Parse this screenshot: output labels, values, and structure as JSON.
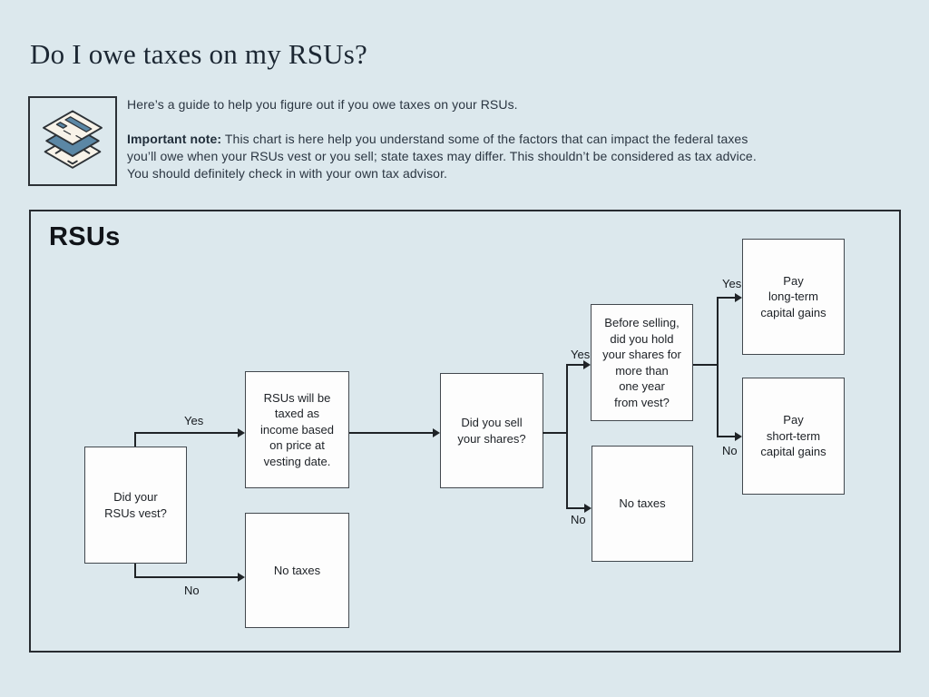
{
  "page": {
    "title": "Do I owe taxes on my RSUs?",
    "intro": "Here’s a guide to help you figure out if you owe taxes on your RSUs.",
    "note_label": "Important note:",
    "note_text": "This chart is here help you understand some of the factors that can impact the federal taxes\nyou’ll owe when your RSUs vest or you sell; state taxes may differ. This shouldn’t be considered as tax advice.\nYou should definitely check in with your own tax advisor."
  },
  "icon": {
    "name": "stacked-documents-icon",
    "colors": {
      "paper": "#f8f3e9",
      "accent": "#5b87a5",
      "outline": "#2d3237"
    }
  },
  "colors": {
    "background": "#dce8ed",
    "box_fill": "#fdfdfd",
    "box_border": "#42484e",
    "connector": "#1f2327",
    "frame_border": "#282c31"
  },
  "chart": {
    "heading": "RSUs",
    "labels": {
      "yes": "Yes",
      "no": "No"
    },
    "nodes": [
      {
        "id": "q-vest",
        "text": "Did your\nRSUs vest?"
      },
      {
        "id": "taxed-as-income",
        "text": "RSUs will be\ntaxed as\nincome based\non price at\nvesting date."
      },
      {
        "id": "no-taxes-1",
        "text": "No taxes"
      },
      {
        "id": "q-sell",
        "text": "Did you sell\nyour shares?"
      },
      {
        "id": "q-hold-year",
        "text": "Before selling,\ndid you hold\nyour shares for\nmore than\none year\nfrom vest?"
      },
      {
        "id": "no-taxes-2",
        "text": "No taxes"
      },
      {
        "id": "pay-long-term",
        "text": "Pay\nlong-term\ncapital gains"
      },
      {
        "id": "pay-short-term",
        "text": "Pay\nshort-term\ncapital gains"
      }
    ],
    "edges": [
      {
        "from": "q-vest",
        "to": "taxed-as-income",
        "label": "Yes"
      },
      {
        "from": "q-vest",
        "to": "no-taxes-1",
        "label": "No"
      },
      {
        "from": "taxed-as-income",
        "to": "q-sell",
        "label": ""
      },
      {
        "from": "q-sell",
        "to": "q-hold-year",
        "label": "Yes"
      },
      {
        "from": "q-sell",
        "to": "no-taxes-2",
        "label": "No"
      },
      {
        "from": "q-hold-year",
        "to": "pay-long-term",
        "label": "Yes"
      },
      {
        "from": "q-hold-year",
        "to": "pay-short-term",
        "label": "No"
      }
    ]
  }
}
